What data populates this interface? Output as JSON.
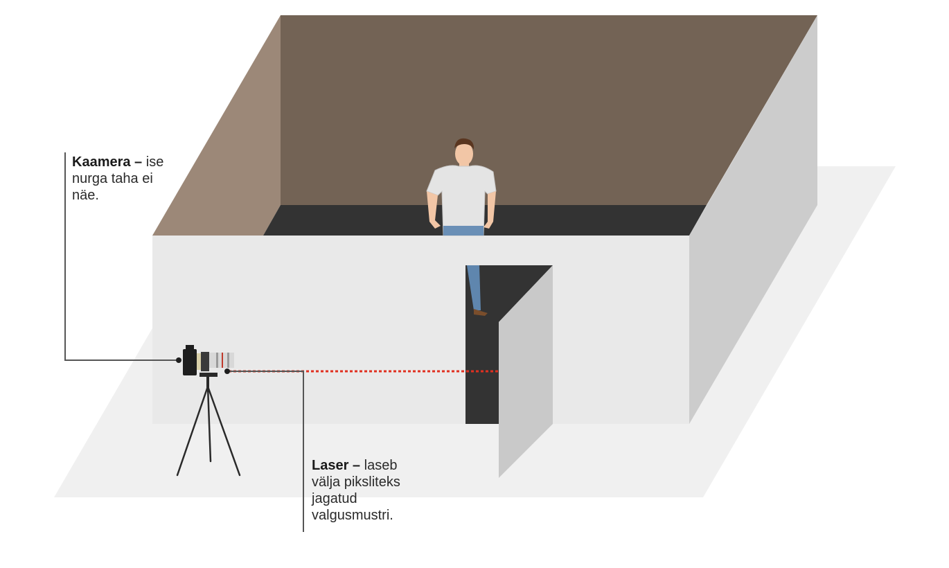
{
  "camera_callout": {
    "title": "Kaamera –",
    "text": "ise nurga taha ei näe."
  },
  "laser_callout": {
    "title": "Laser –",
    "text": "laseb välja piksliteks jagatud valgusmustri."
  },
  "colors": {
    "ground": "#f0f0f0",
    "back_wall": "#736355",
    "left_wall": "#9c8878",
    "room_floor": "#333333",
    "front_wall": "#e9e9e9",
    "side_wall": "#cccccc",
    "doorway": "#333333",
    "door_panel": "#c9c9c9",
    "laser_beam": "#e03020",
    "leader_line": "#555555"
  },
  "icons": {
    "person": "person-icon",
    "camera": "camera-icon",
    "tripod": "tripod-icon"
  }
}
